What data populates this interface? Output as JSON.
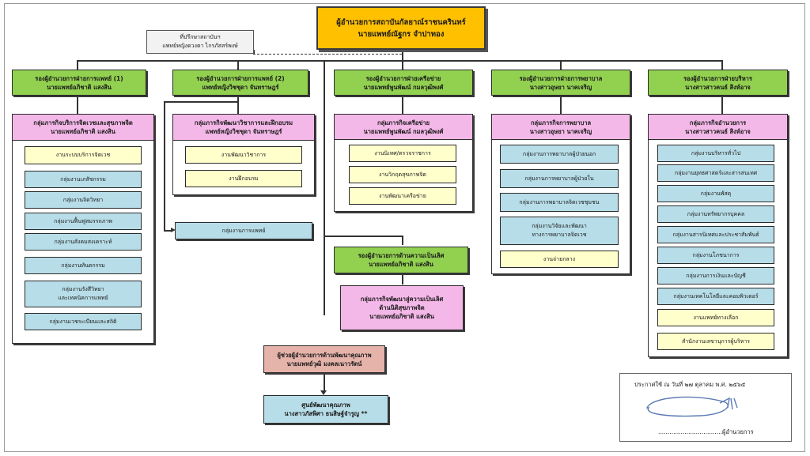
{
  "director": {
    "line1": "ผู้อำนวยการสถาบันกัลยาณ์ราชนครินทร์",
    "line2": "นายแพทย์ณัฐกร  จำปาทอง"
  },
  "advisor": {
    "line1": "ที่ปรึกษาสถาบันฯ",
    "line2": "แพทย์หญิงดวงตา  ไกรภัสสร์พงษ์"
  },
  "deputies": [
    {
      "line1": "รองผู้อำนวยการฝ่ายการแพทย์ (1)",
      "line2": "นายแพทย์อภิชาติ  แสงสิน"
    },
    {
      "line1": "รองผู้อำนวยการฝ่ายการแพทย์ (2)",
      "line2": "แพทย์หญิงวิชชุดา  จันทราษฎร์"
    },
    {
      "line1": "รองผู้อำนวยการฝ่ายเครือข่าย",
      "line2": "นายแพทย์พูนพัฒน์  กมลวุฒิพงศ์"
    },
    {
      "line1": "รองผู้อำนวยการฝ่ายการพยาบาล",
      "line2": "นางสาวอุษยา  นาคเจริญ"
    },
    {
      "line1": "รองผู้อำนวยการฝ่ายบริหาร",
      "line2": "นางสาวสาวคนธ์  สิงห์อาจ"
    }
  ],
  "groups": [
    {
      "line1": "กลุ่มภารกิจบริการจิตเวชและสุขภาพจิต",
      "line2": "นายแพทย์อภิชาติ  แสงสิน"
    },
    {
      "line1": "กลุ่มภารกิจพัฒนาวิชาการและฝึกอบรม",
      "line2": "แพทย์หญิงวิชชุดา  จันทราษฎร์"
    },
    {
      "line1": "กลุ่มภารกิจเครือข่าย",
      "line2": "นายแพทย์พูนพัฒน์  กมลวุฒิพงศ์"
    },
    {
      "line1": "กลุ่มภารกิจการพยาบาล",
      "line2": "นางสาวอุษยา  นาคเจริญ"
    },
    {
      "line1": "กลุ่มภารกิจอำนวยการ",
      "line2": "นางสาวสาวคนธ์  สิงห์อาจ"
    }
  ],
  "col1_units": [
    {
      "label": "งานระบบบริการจิตเวช",
      "color": "yellow"
    },
    {
      "label": "กลุ่มงานเภสัชกรรม",
      "color": "blue"
    },
    {
      "label": "กลุ่มงานจิตวิทยา",
      "color": "blue"
    },
    {
      "label": "กลุ่มงานฟื้นฟูสมรรถภาพ",
      "color": "blue"
    },
    {
      "label": "กลุ่มงานสังคมสงเคราะห์",
      "color": "blue"
    },
    {
      "label": "กลุ่มงานทันตกรรม",
      "color": "blue"
    },
    {
      "label": "กลุ่มงานรังสีวิทยา",
      "label2": "และเทคนิคการแพทย์",
      "color": "blue"
    },
    {
      "label": "กลุ่มงานเวชระเบียนและสถิติ",
      "color": "blue"
    }
  ],
  "col2_units": [
    {
      "label": "งานพัฒนาวิชาการ"
    },
    {
      "label": "งานฝึกอบรม"
    }
  ],
  "medical_unit": "กลุ่มงานการแพทย์",
  "col3_units": [
    {
      "label": "งานนิเทศ/ตรวจราชการ"
    },
    {
      "label": "งานวิกฤตสุขภาพจิต"
    },
    {
      "label": "งานพัฒนาเครือข่าย"
    }
  ],
  "excellence_deputy": {
    "line1": "รองผู้อำนวยการด้านความเป็นเลิศ",
    "line2": "นายแพทย์อภิชาติ  แสงสิน"
  },
  "excellence_group": {
    "line1": "กลุ่มภารกิจพัฒนาสู่ความเป็นเลิศ",
    "line2": "ด้านนิติสุขภาพจิต",
    "line3": "นายแพทย์อภิชาติ  แสงสิน"
  },
  "col4_units": [
    {
      "label": "กลุ่มงานการพยาบาลผู้ป่วยนอก",
      "color": "blue"
    },
    {
      "label": "กลุ่มงานการพยาบาลผู้ป่วยใน",
      "color": "blue"
    },
    {
      "label": "กลุ่มงานการพยาบาลจิตเวชชุมชน",
      "color": "blue"
    },
    {
      "label": "กลุ่มงานวิจัยและพัฒนา",
      "label2": "ทางการพยาบาลจิตเวช",
      "color": "blue"
    },
    {
      "label": "งานจ่ายกลาง",
      "color": "yellow"
    }
  ],
  "col5_units": [
    {
      "label": "กลุ่มงานบริหารทั่วไป",
      "color": "blue"
    },
    {
      "label": "กลุ่มงานยุทธศาสตร์และสารสนเทศ",
      "color": "blue"
    },
    {
      "label": "กลุ่มงานพัสดุ",
      "color": "blue"
    },
    {
      "label": "กลุ่มงานทรัพยากรบุคคล",
      "color": "blue"
    },
    {
      "label": "กลุ่มงานสารนิเทศและประชาสัมพันธ์",
      "color": "blue"
    },
    {
      "label": "กลุ่มงานโภชนาการ",
      "color": "blue"
    },
    {
      "label": "กลุ่มงานการเงินและบัญชี",
      "color": "blue"
    },
    {
      "label": "กลุ่มงานเทคโนโลยีและคอมพิวเตอร์",
      "color": "blue"
    },
    {
      "label": "งานแพทย์ทางเลือก",
      "color": "yellow"
    },
    {
      "label": "สำนักงานเลขานุการผู้บริหาร",
      "color": "yellow"
    }
  ],
  "assistant": {
    "line1": "ผู้ช่วยผู้อำนวยการด้านพัฒนาคุณภาพ",
    "line2": "นายแพทย์วุฒิ  มงคลเนาวรัตน์"
  },
  "quality_center": {
    "line1": "ศูนย์พัฒนาคุณภาพ",
    "line2": "นางสาวภัสพิศา  ธนสิษฐ์จำรูญ **"
  },
  "announcement": {
    "text": "ประกาศใช้  ณ วันที่  ๒๗ ตุลาคม  พ.ศ. ๒๕๖๕",
    "sign_line": "..................................ผู้อำนวยการ"
  }
}
